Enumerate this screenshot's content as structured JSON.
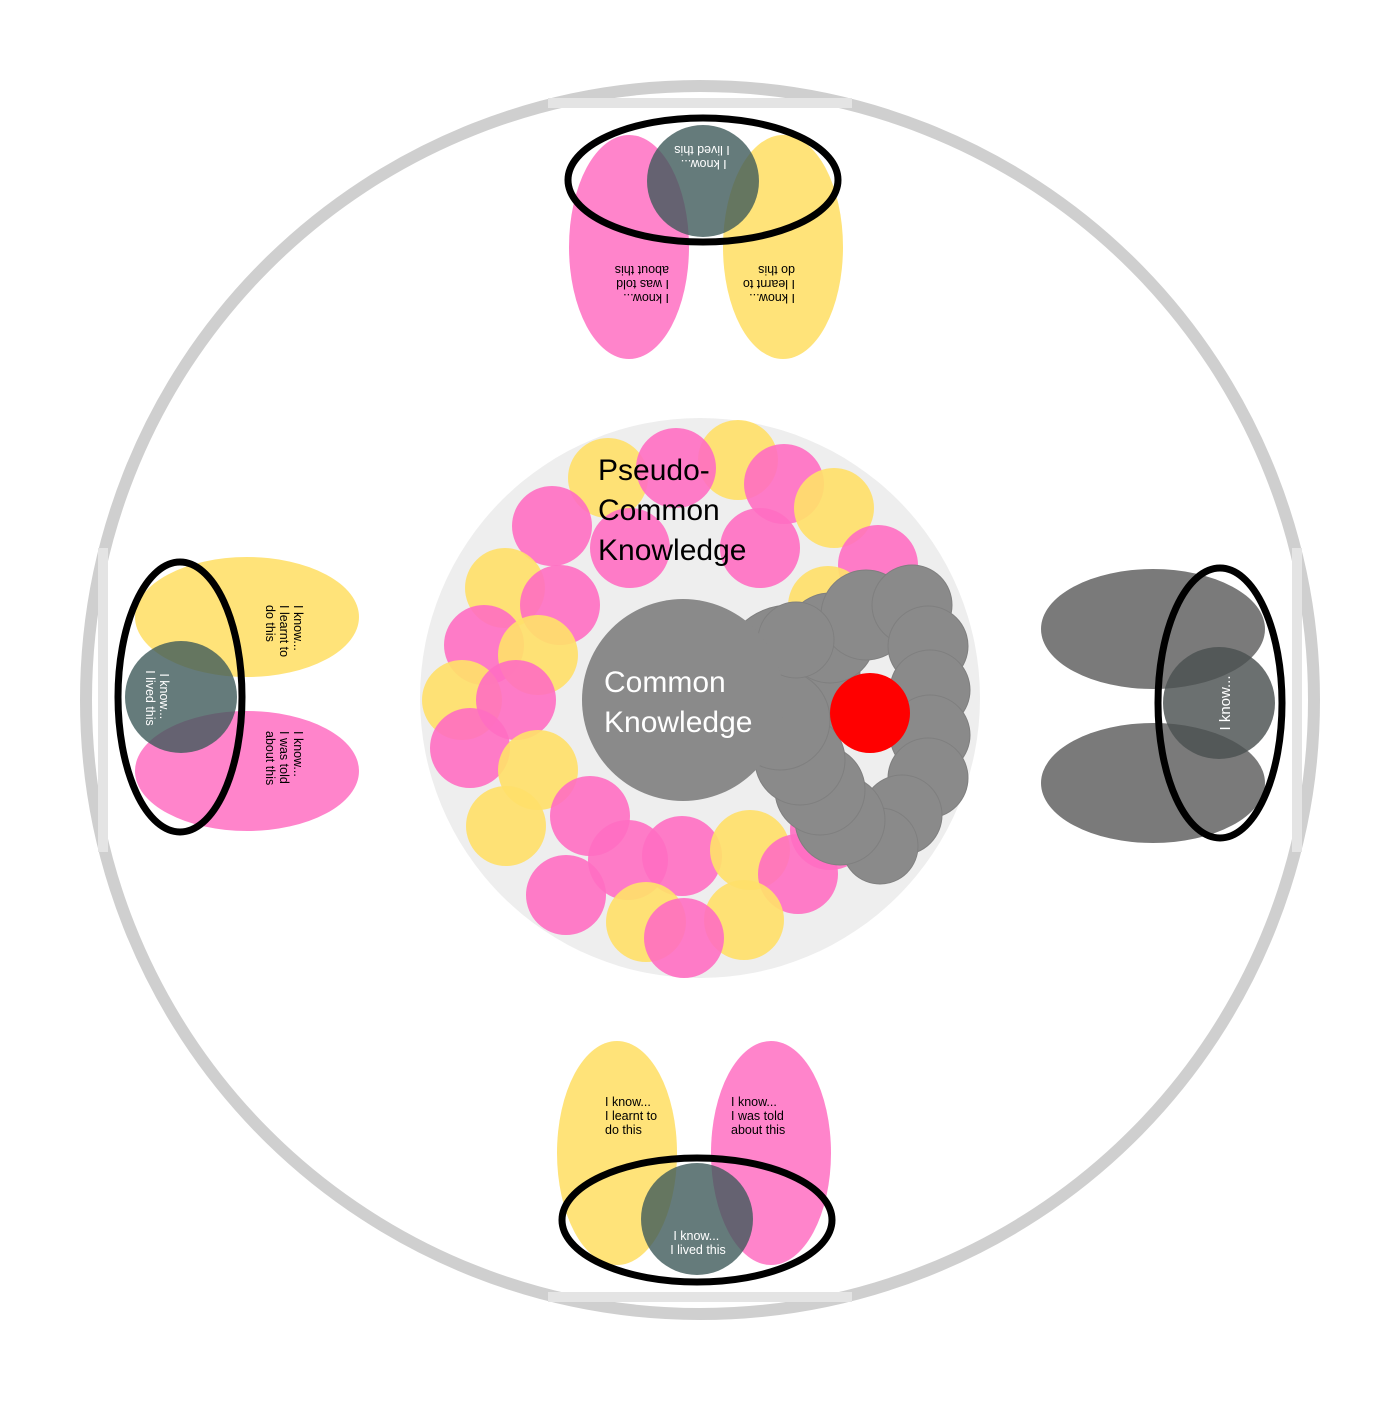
{
  "colors": {
    "yellow": "#FFE06A",
    "pink": "#FF6EC2",
    "gray": "#8A8A8A",
    "slate": "#3F5A5A",
    "red": "#FF0000",
    "ring": "#CCCCCC",
    "inner_disc": "#EEEEEE",
    "lens_stroke": "#000000"
  },
  "center": {
    "pseudo_title": [
      "Pseudo-",
      "Common",
      "Knowledge"
    ],
    "common_title": [
      "Common",
      "Knowledge"
    ]
  },
  "people": {
    "top": {
      "lived": [
        "I know...",
        "I lived this"
      ],
      "told": [
        "I know...",
        "I was told",
        "about this"
      ],
      "learnt": [
        "I know...",
        "I learnt to",
        "do this"
      ]
    },
    "bottom": {
      "lived": [
        "I know...",
        "I lived this"
      ],
      "told": [
        "I know...",
        "I was told",
        "about this"
      ],
      "learnt": [
        "I know...",
        "I learnt to",
        "do this"
      ]
    },
    "left": {
      "lived": [
        "I know...",
        "I lived this"
      ],
      "told": [
        "I know...",
        "I was told",
        "about this"
      ],
      "learnt": [
        "I know...",
        "I learnt to",
        "do this"
      ]
    },
    "right": {
      "lived": [
        "I know..."
      ]
    }
  }
}
